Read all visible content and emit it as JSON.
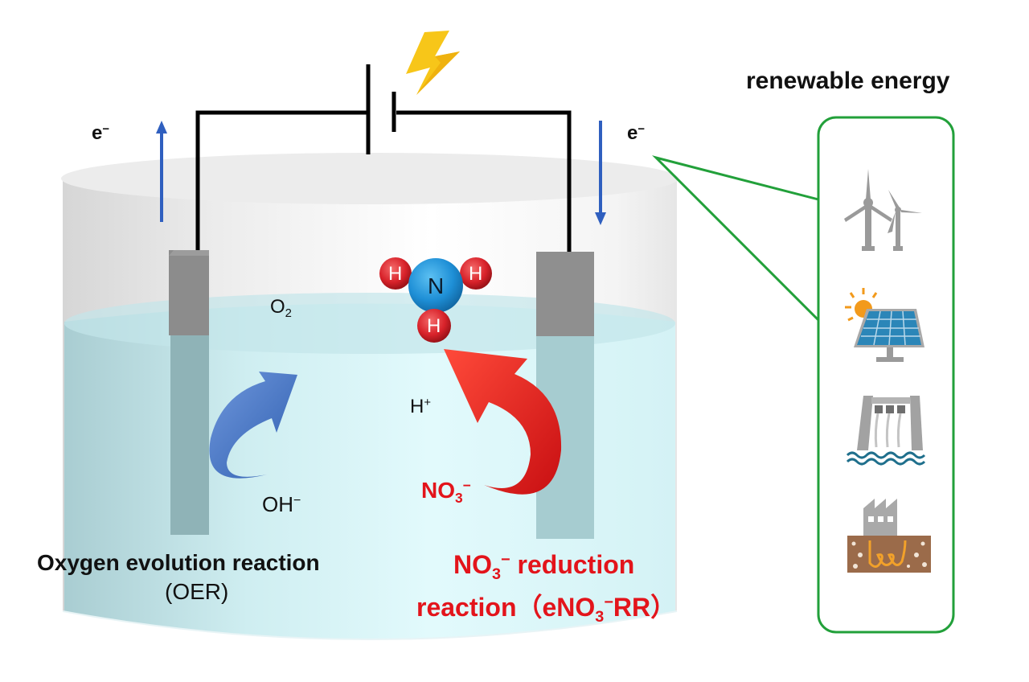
{
  "diagram": {
    "title": "Electrochemical nitrate reduction to ammonia powered by renewable energy",
    "electron_left": {
      "symbol": "e",
      "charge": "−",
      "direction": "up"
    },
    "electron_right": {
      "symbol": "e",
      "charge": "−",
      "direction": "down"
    },
    "power_symbol": "lightning-bolt",
    "species": {
      "o2": {
        "base": "O",
        "sub": "2"
      },
      "oh": {
        "base": "OH",
        "sup": "−"
      },
      "hplus": {
        "base": "H",
        "sup": "+"
      },
      "no3": {
        "base": "NO",
        "sub": "3",
        "sup": "−"
      }
    },
    "molecule": {
      "name": "NH3",
      "center_atom": "N",
      "atoms": [
        "H",
        "H",
        "H"
      ]
    },
    "anode_caption": {
      "line1": "Oxygen evolution reaction",
      "line2": "(OER)"
    },
    "cathode_caption": {
      "line1_base": "NO",
      "line1_sub": "3",
      "line1_sup": "−",
      "line1_rest": " reduction",
      "line2_pre": "reaction（eNO",
      "line2_sub": "3",
      "line2_sup": "−",
      "line2_post": "RR）"
    },
    "renewable": {
      "title": "renewable energy",
      "sources": [
        "wind-turbines",
        "solar-panel",
        "hydroelectric-dam",
        "geothermal-plant"
      ]
    },
    "colors": {
      "electron_arrow": "#2f5fbf",
      "oer_arrow": "#4a78c4",
      "reduction": "#e3141b",
      "panel_border": "#22a03a",
      "nitrogen": "#1e8fd6",
      "hydrogen": "#d8222a",
      "bolt": "#f7c619",
      "electrolyte": "#cdeef2",
      "electrode": "#8f8f8f"
    }
  }
}
